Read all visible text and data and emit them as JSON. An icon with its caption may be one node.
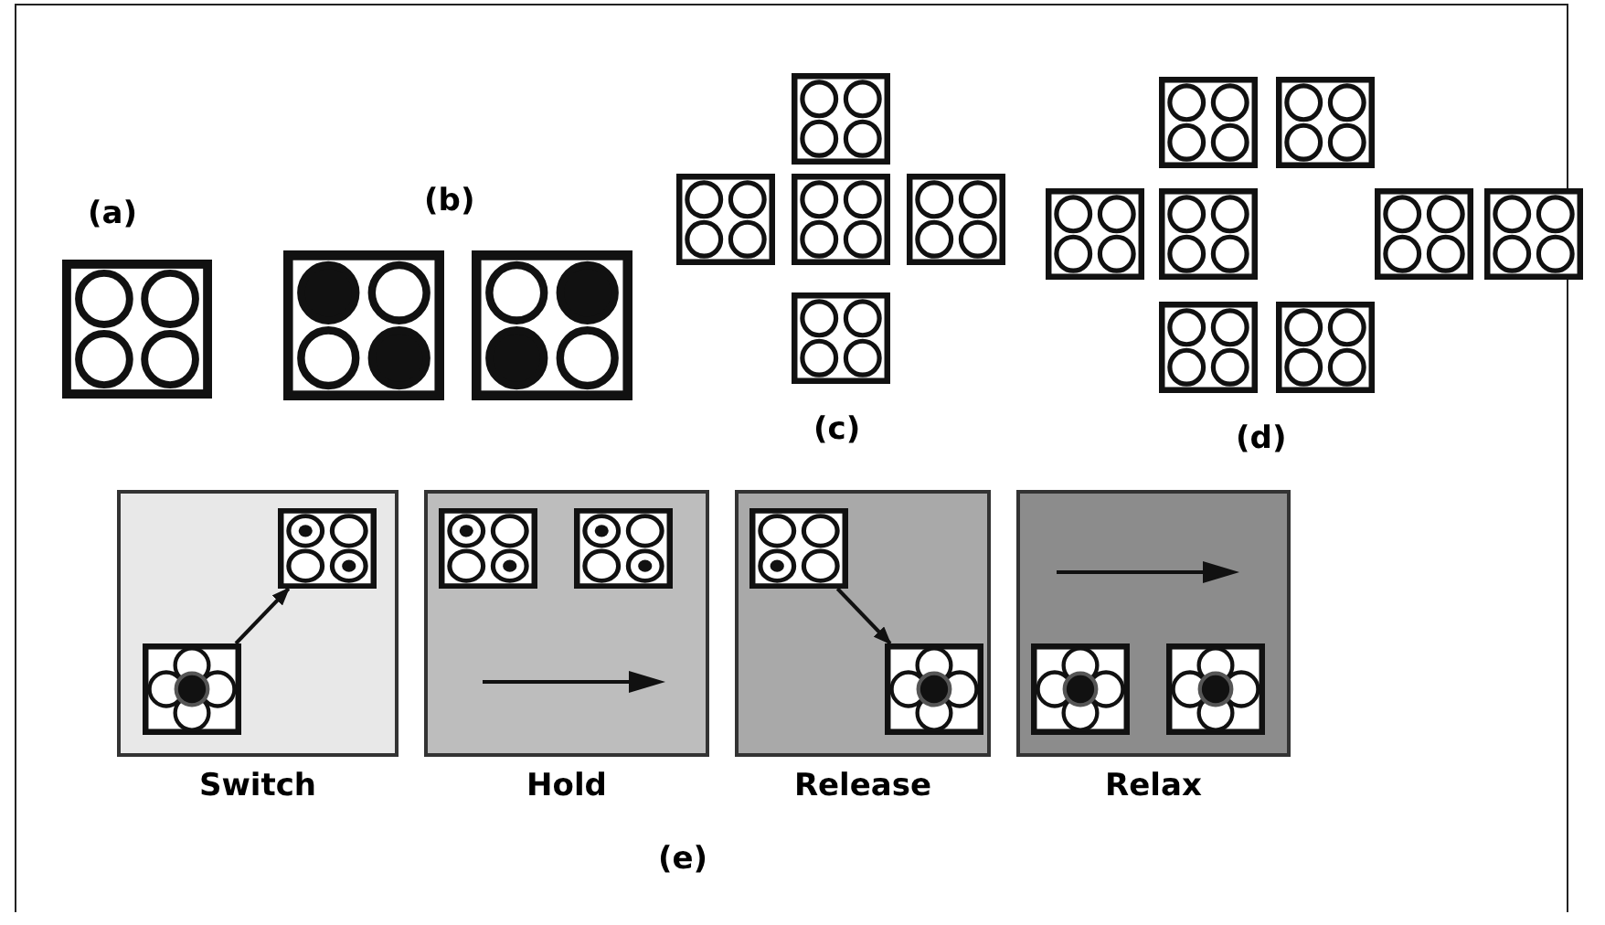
{
  "diagram": {
    "nodes": [
      {
        "text": [
          "Switch"
        ]
      },
      {
        "text": [],
        "shape": "box",
        "in": 0
      },
      {
        "text": [],
        "shape": "box",
        "in": 0
      },
      {
        "text": [
          "Hold"
        ]
      },
      {
        "text": [],
        "shape": "box",
        "in": 3
      },
      {
        "text": [],
        "shape": "box",
        "in": 3
      },
      {
        "text": [
          "Release"
        ]
      },
      {
        "text": [],
        "shape": "box",
        "in": 6
      },
      {
        "text": [],
        "shape": "box",
        "in": 6
      },
      {
        "text": [
          "Relax"
        ]
      },
      {
        "text": [],
        "shape": "box",
        "in": 9
      },
      {
        "text": [],
        "shape": "box",
        "in": 9
      }
    ],
    "edges": [
      {
        "from": 2,
        "to": 1,
        "arrow": "to"
      },
      {
        "from": 7,
        "to": 8,
        "arrow": "to"
      }
    ],
    "labels": [
      "(a)",
      "(b)",
      "(c)",
      "(d)",
      "(e)"
    ]
  }
}
